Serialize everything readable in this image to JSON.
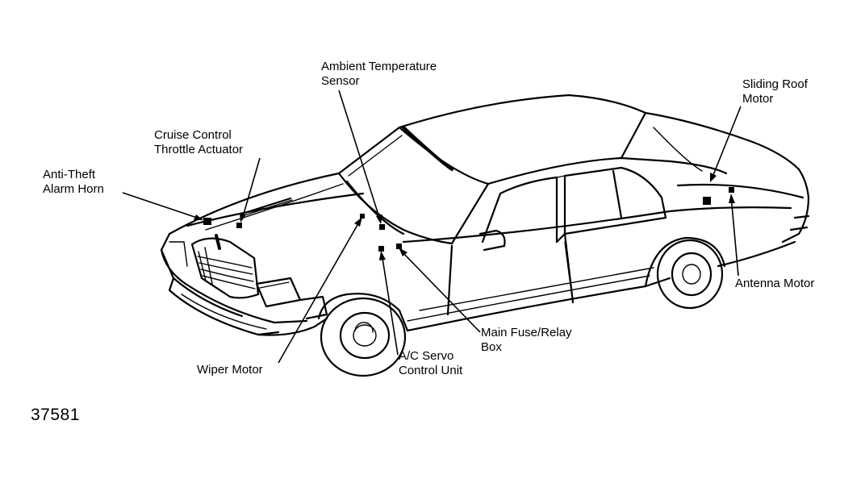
{
  "figure_number": "37581",
  "labels": {
    "ambient_temperature_sensor": "Ambient Temperature\nSensor",
    "sliding_roof_motor": "Sliding Roof\nMotor",
    "cruise_control_throttle_actuator": "Cruise Control\nThrottle Actuator",
    "anti_theft_alarm_horn": "Anti-Theft\nAlarm Horn",
    "antenna_motor": "Antenna Motor",
    "main_fuse_relay_box": "Main Fuse/Relay\nBox",
    "ac_servo_control_unit": "A/C Servo\nControl Unit",
    "wiper_motor": "Wiper Motor"
  }
}
